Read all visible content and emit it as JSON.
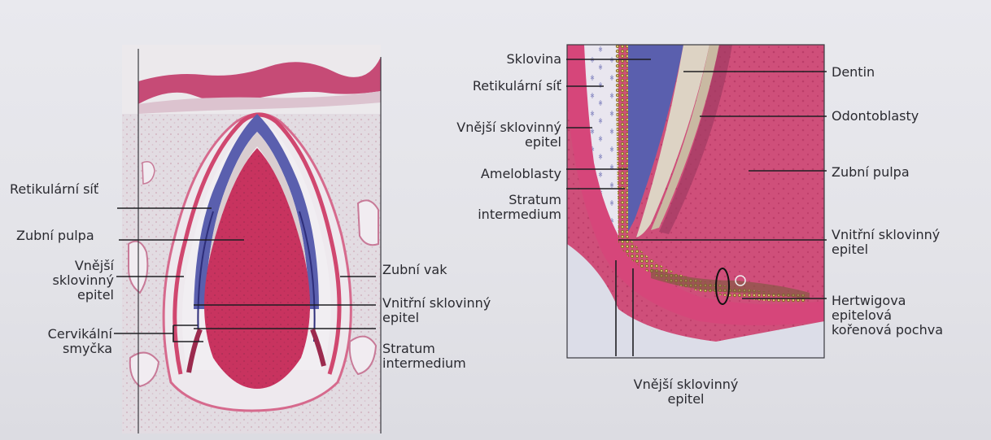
{
  "left_panel": {
    "labels": {
      "retikularni_sit": "Retikulární síť",
      "zubni_pulpa": "Zubní pulpa",
      "vnejsi_sklovinny_epitel": [
        "Vnější",
        "sklovinný",
        "epitel"
      ],
      "cervikalni_smycka": [
        "Cervikální",
        "smyčka"
      ],
      "zubni_vak": "Zubní vak",
      "vnitrni_sklovinny_epitel": [
        "Vnitřní sklovinný",
        "epitel"
      ],
      "stratum_intermedium": [
        "Stratum",
        "intermedium"
      ]
    }
  },
  "right_panel": {
    "labels": {
      "sklovina": "Sklovina",
      "retikularni_sit": "Retikulární síť",
      "vnejsi_sklovinny_epitel": [
        "Vnější sklovinný",
        "epitel"
      ],
      "ameloblasty": "Ameloblasty",
      "stratum_intermedium": [
        "Stratum",
        "intermedium"
      ],
      "dentin": "Dentin",
      "odontoblasty": "Odontoblasty",
      "zubni_pulpa": "Zubní pulpa",
      "vnitrni_sklovinny_epitel": [
        "Vnitřní sklovinný",
        "epitel"
      ],
      "hertwigova_pochva": [
        "Hertwigova",
        "epitelová",
        "kořenová pochva"
      ],
      "vnejsi_sklovinny_epitel_bottom": [
        "Vnější sklovinný",
        "epitel"
      ]
    }
  },
  "colors": {
    "pulp": "#c8335f",
    "enamel": "#5a5fae",
    "dentin": "#d7c7c9",
    "reticulum": "#e6e1e4",
    "tissue": "#d46f8f",
    "leader": "#1e1e22"
  }
}
